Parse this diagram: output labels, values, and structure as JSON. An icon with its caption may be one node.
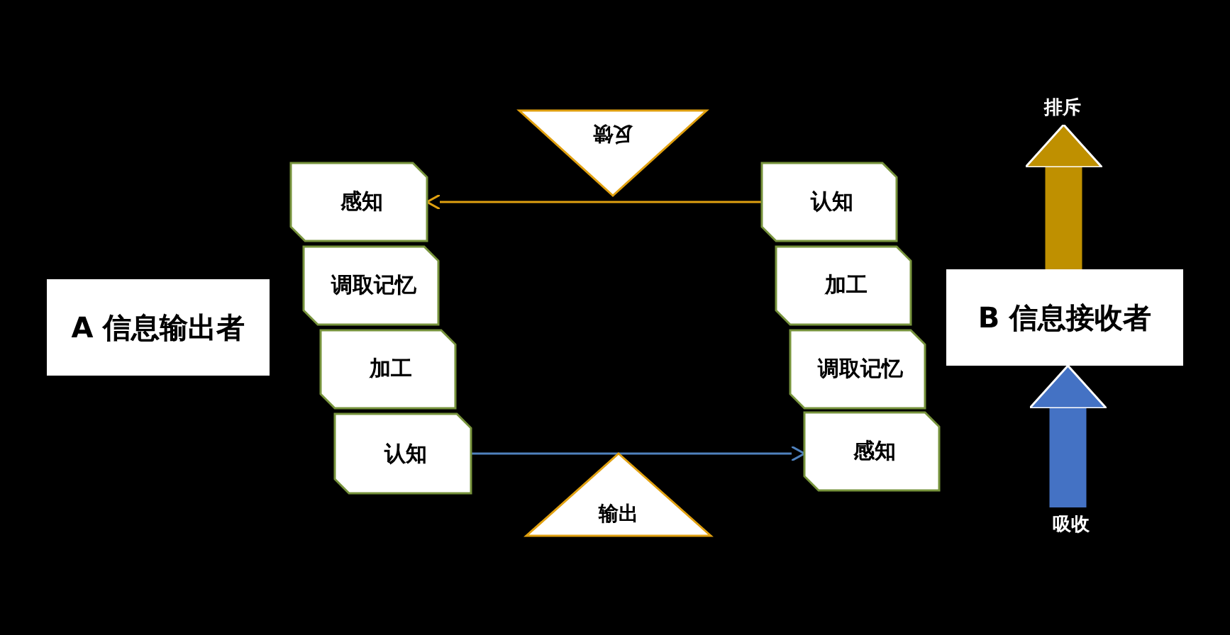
{
  "diagram": {
    "nodes": [
      {
        "text": [
          "A 信息输出者"
        ]
      },
      {
        "text": [
          "感知"
        ]
      },
      {
        "text": [
          "调取记忆"
        ]
      },
      {
        "text": [
          "加工"
        ]
      },
      {
        "text": [
          "认知"
        ]
      },
      {
        "text": [
          "认知"
        ]
      },
      {
        "text": [
          "加工"
        ]
      },
      {
        "text": [
          "调取记忆"
        ]
      },
      {
        "text": [
          "感知"
        ]
      },
      {
        "text": [
          "B 信息接收者"
        ]
      },
      {
        "text": [
          "反馈"
        ]
      },
      {
        "text": [
          "输出"
        ]
      },
      {
        "text": [
          "排斥"
        ]
      },
      {
        "text": [
          "吸收"
        ]
      }
    ],
    "edges": [
      {
        "from": 5,
        "to": 1,
        "arrow": "to",
        "color": "#e0a010"
      },
      {
        "from": 4,
        "to": 8,
        "arrow": "to",
        "color": "#4f81bd"
      },
      {
        "from": 9,
        "to": 12,
        "arrow": "to",
        "style": "thick",
        "color": "#bf9000"
      },
      {
        "from": 13,
        "to": 9,
        "arrow": "to",
        "style": "thick",
        "color": "#4472c4"
      }
    ]
  }
}
